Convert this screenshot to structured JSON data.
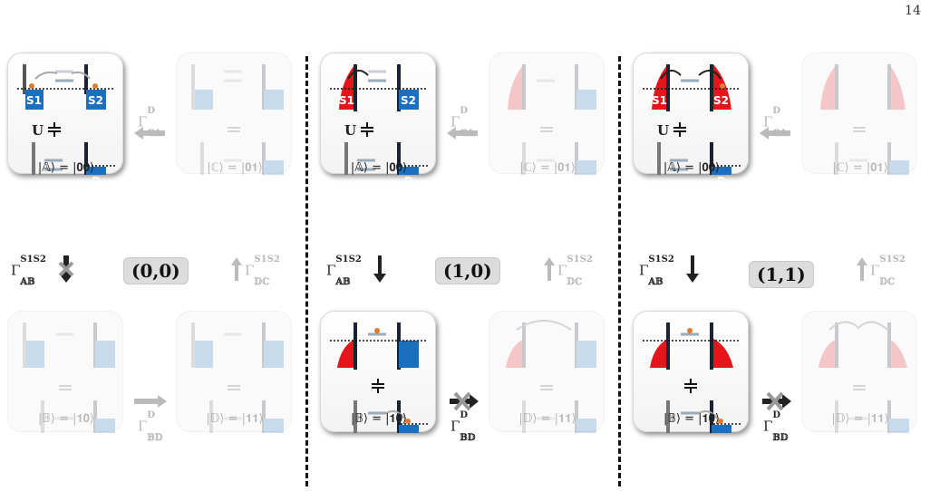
{
  "page_number": "14",
  "kets": {
    "A": "|𝔸⟩ = |𝟎𝟎⟩",
    "B": "|𝔹⟩ = |𝟏𝟎⟩",
    "C": "|ℂ⟩ = |𝟎𝟏⟩",
    "D": "|𝔻⟩ = |𝟏𝟏⟩"
  },
  "labels": {
    "s1": "S1",
    "s2": "S2",
    "d": "D",
    "u": "U"
  },
  "rates": {
    "ca": {
      "base": "Γ",
      "sup": "D",
      "sub": "ℂ𝔸"
    },
    "ab": {
      "base": "Γ",
      "sup": "S1S2",
      "sub": "𝔸𝔹"
    },
    "dc": {
      "base": "Γ",
      "sup": "S1S2",
      "sub": "𝔻ℂ"
    },
    "bd": {
      "base": "Γ",
      "sup": "D",
      "sub": "𝔹𝔻"
    }
  },
  "panels": [
    {
      "badge": "(0,0)"
    },
    {
      "badge": "(1,0)"
    },
    {
      "badge": "(1,1)"
    }
  ],
  "colors": {
    "blue": "#1a6fbf",
    "red": "#e8141b",
    "dark": "#1a2233",
    "gray": "#7a7a7a"
  }
}
